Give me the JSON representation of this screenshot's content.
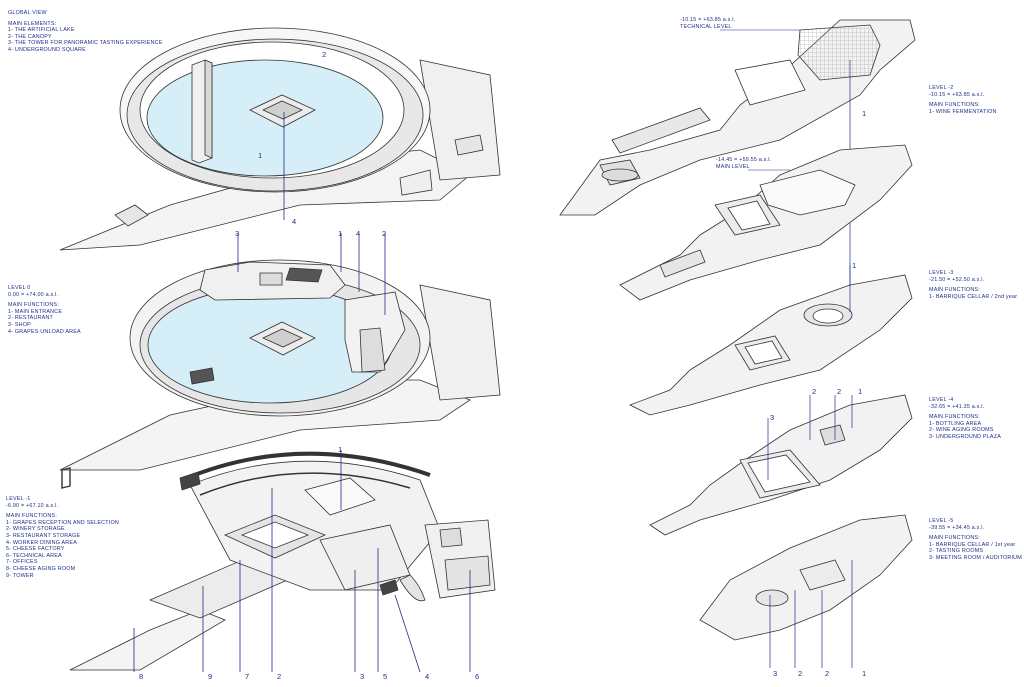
{
  "global_view": {
    "title": "GLOBAL VIEW",
    "section": "MAIN ELEMENTS:",
    "items": [
      "1- THE ARTIFICIAL LAKE",
      "2- THE CANOPY",
      "3- THE TOWER FOR PANORAMIC TASTING EXPERIENCE",
      "4- UNDERGROUND SQUARE"
    ],
    "callouts": [
      "1",
      "2",
      "4"
    ]
  },
  "level_0": {
    "title": "LEVEL 0",
    "elevation": "0.00 = +74.00 a.s.l.",
    "section": "MAIN FUNCTIONS:",
    "items": [
      "1- MAIN ENTRANCE",
      "2- RESTAURANT",
      "3- SHOP",
      "4- GRAPES UNLOAD AREA"
    ],
    "callouts": [
      "3",
      "1",
      "4",
      "2"
    ]
  },
  "level_minus_1": {
    "title": "LEVEL -1",
    "elevation": "-6.90 = +67.10 a.s.l.",
    "section": "MAIN FUNCTIONS:",
    "items": [
      "1- GRAPES RECEPTION AND SELECTION",
      "2- WINERY STORAGE",
      "3- RESTAURANT STORAGE",
      "4- WORKER DINING AREA",
      "5- CHEESE FACTORY",
      "6- TECHNICAL AREA",
      "7- OFFICES",
      "8- CHEESE AGING ROOM",
      "9- TOWER"
    ],
    "callouts": [
      "1",
      "8",
      "9",
      "7",
      "2",
      "3",
      "5",
      "4",
      "6"
    ]
  },
  "technical_level": {
    "elevation": "-10.15 = +63.85 a.s.l.",
    "title": "TECHNICAL LEVEL"
  },
  "main_level": {
    "elevation": "-14.45 = +59.55 a.s.l.",
    "title": "MAIN LEVEL"
  },
  "level_minus_2": {
    "title": "LEVEL -2",
    "elevation": "-10.15 = +63.85 a.s.l.",
    "section": "MAIN FUNCTIONS:",
    "items": [
      "1- WINE FERMENTATION"
    ],
    "callouts": [
      "1"
    ]
  },
  "level_minus_3": {
    "title": "LEVEL -3",
    "elevation": "-21.50 = +52.50 a.s.l.",
    "section": "MAIN FUNCTIONS:",
    "items": [
      "1- BARRIQUE CELLAR / 2nd year"
    ],
    "callouts": [
      "1"
    ]
  },
  "level_minus_4": {
    "title": "LEVEL -4",
    "elevation": "-32.65 = +41.35 a.s.l.",
    "section": "MAIN FUNCTIONS:",
    "items": [
      "1- BOTTLING AREA",
      "2- WINE AGING ROOMS",
      "3- UNDERGROUND PLAZA"
    ],
    "callouts": [
      "3",
      "2",
      "2",
      "1"
    ]
  },
  "level_minus_5": {
    "title": "LEVEL -5",
    "elevation": "-39.55 = +34.45 a.s.l.",
    "section": "MAIN FUNCTIONS:",
    "items": [
      "1- BARRIQUE CELLAR / 1st year",
      "2- TASTING ROOMS",
      "3- MEETING ROOM / AUDITORIUM"
    ],
    "callouts": [
      "3",
      "2",
      "2",
      "1"
    ]
  },
  "colors": {
    "ink": "#1e2e8a",
    "line": "#2a2a2a",
    "water": "#d6eef7",
    "floor": "#f2f2f2",
    "wall": "#dcdcdc"
  }
}
